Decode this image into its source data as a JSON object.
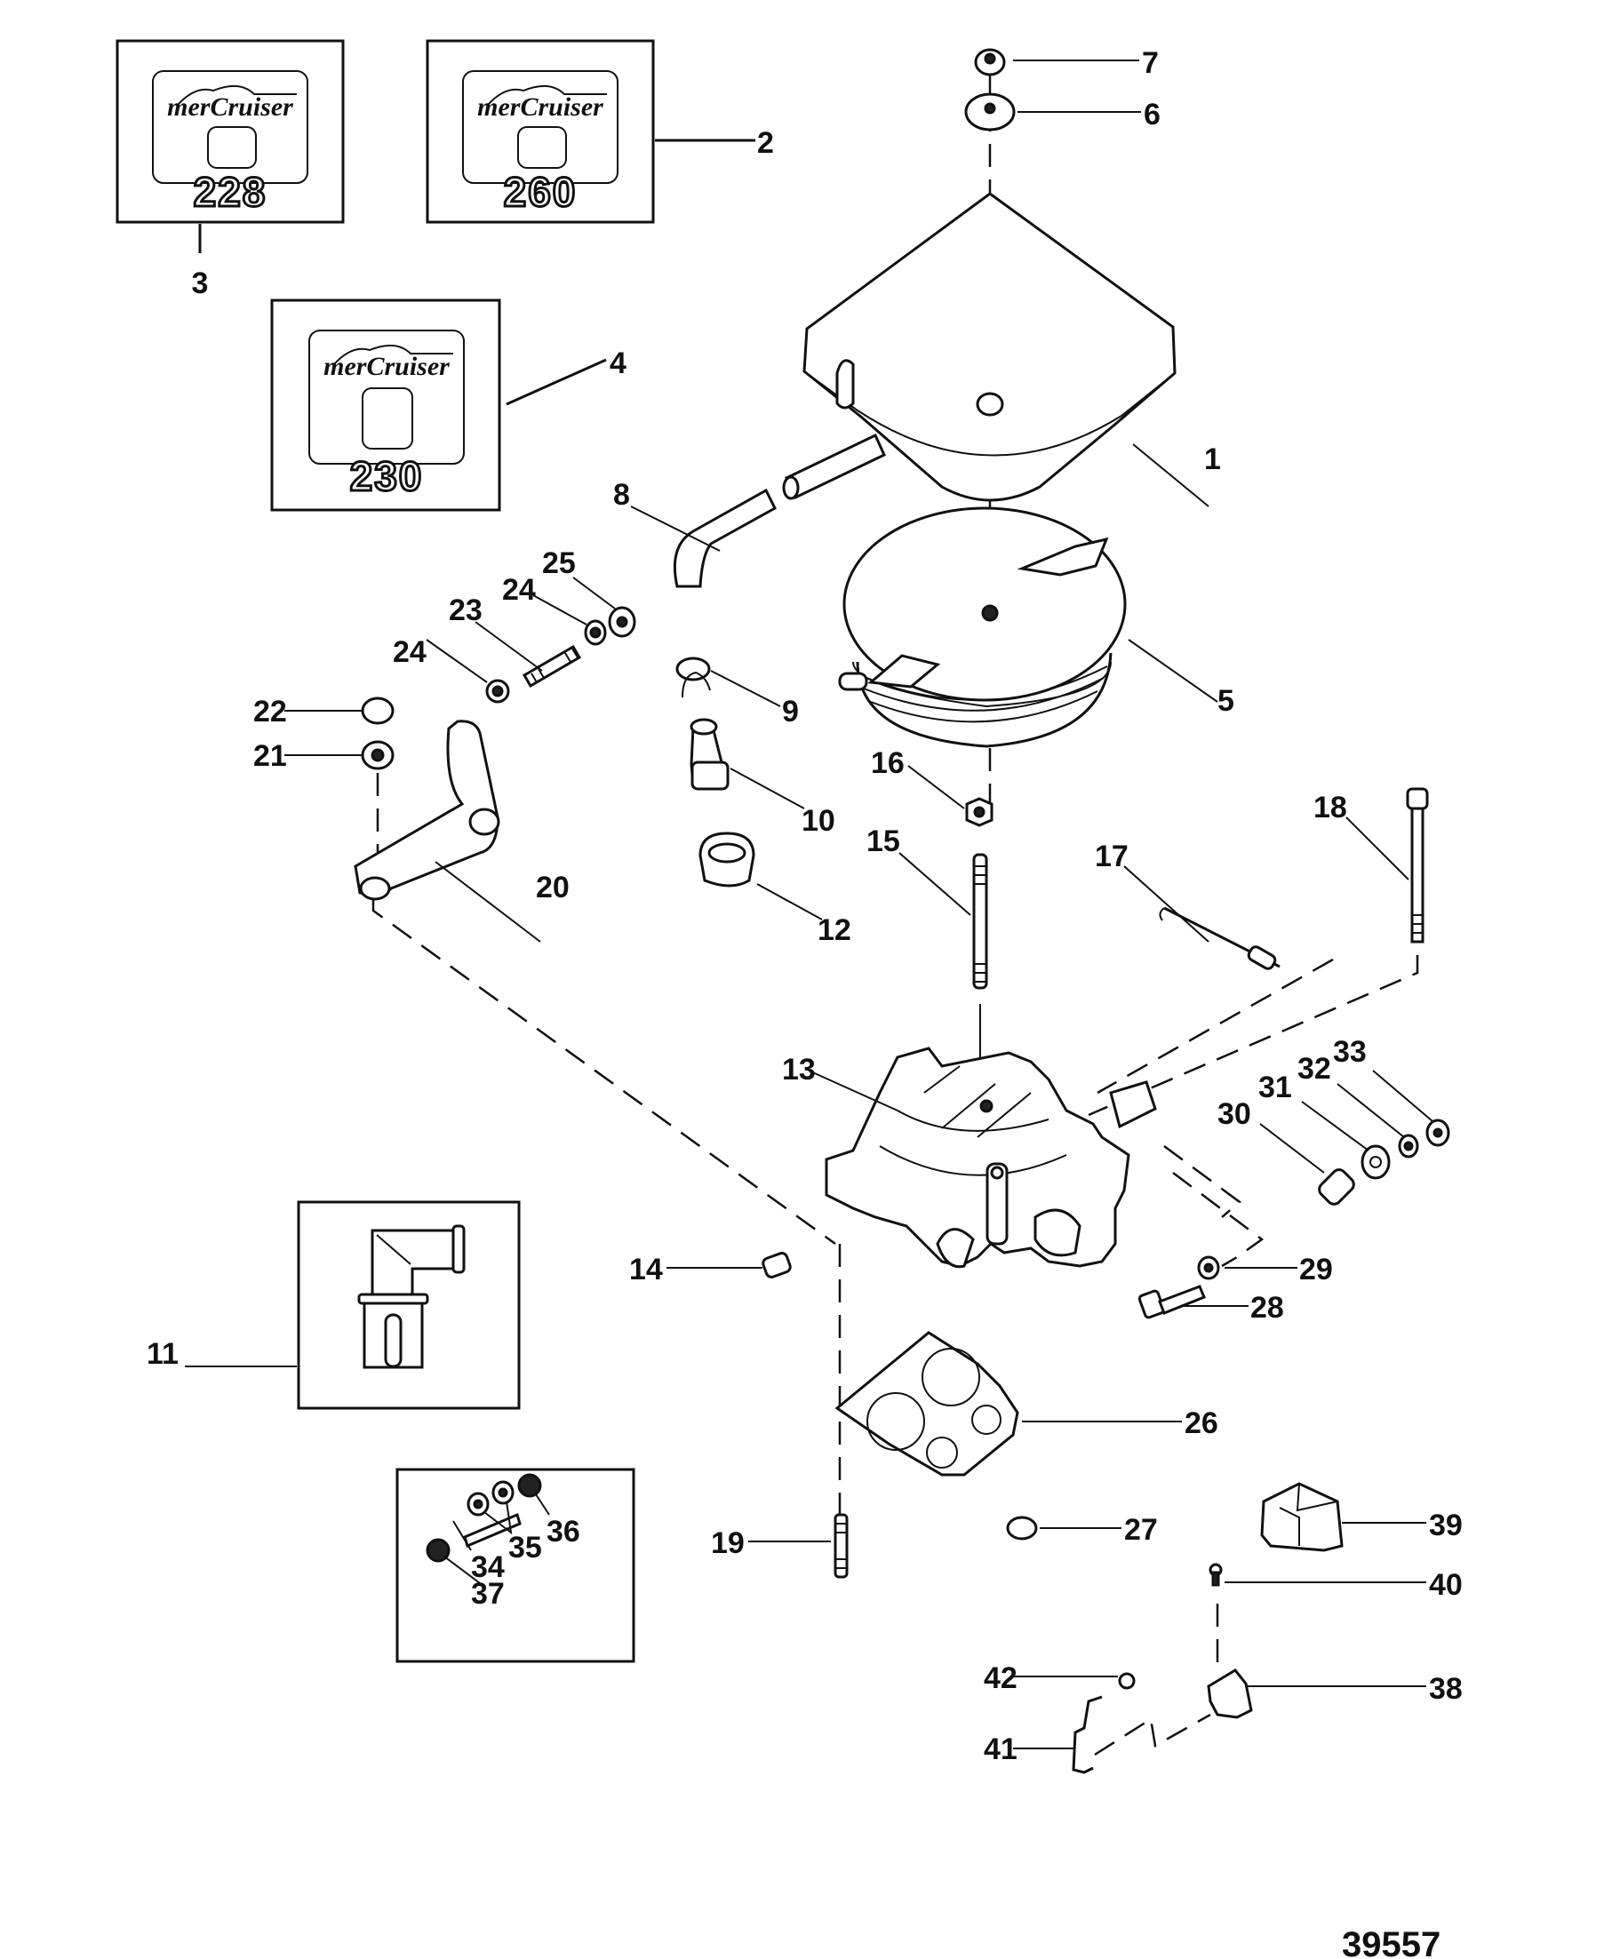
{
  "figure_number": "39557",
  "decals": [
    {
      "item": "3",
      "brand": "merCruiser",
      "model": "228"
    },
    {
      "item": "2",
      "brand": "merCruiser",
      "model": "260"
    },
    {
      "item": "4",
      "brand": "merCruiser",
      "model": "230"
    }
  ],
  "callouts": {
    "c1": "1",
    "c2": "2",
    "c3": "3",
    "c4": "4",
    "c5": "5",
    "c6": "6",
    "c7": "7",
    "c8": "8",
    "c9": "9",
    "c10": "10",
    "c11": "11",
    "c12": "12",
    "c13": "13",
    "c14": "14",
    "c15": "15",
    "c16": "16",
    "c17": "17",
    "c18": "18",
    "c19": "19",
    "c20": "20",
    "c21": "21",
    "c22": "22",
    "c23": "23",
    "c24a": "24",
    "c24b": "24",
    "c25": "25",
    "c26": "26",
    "c27": "27",
    "c28": "28",
    "c29": "29",
    "c30": "30",
    "c31": "31",
    "c32": "32",
    "c33": "33",
    "c34": "34",
    "c35": "35",
    "c36": "36",
    "c37": "37",
    "c38": "38",
    "c39": "39",
    "c40": "40",
    "c41": "41",
    "c42": "42"
  }
}
